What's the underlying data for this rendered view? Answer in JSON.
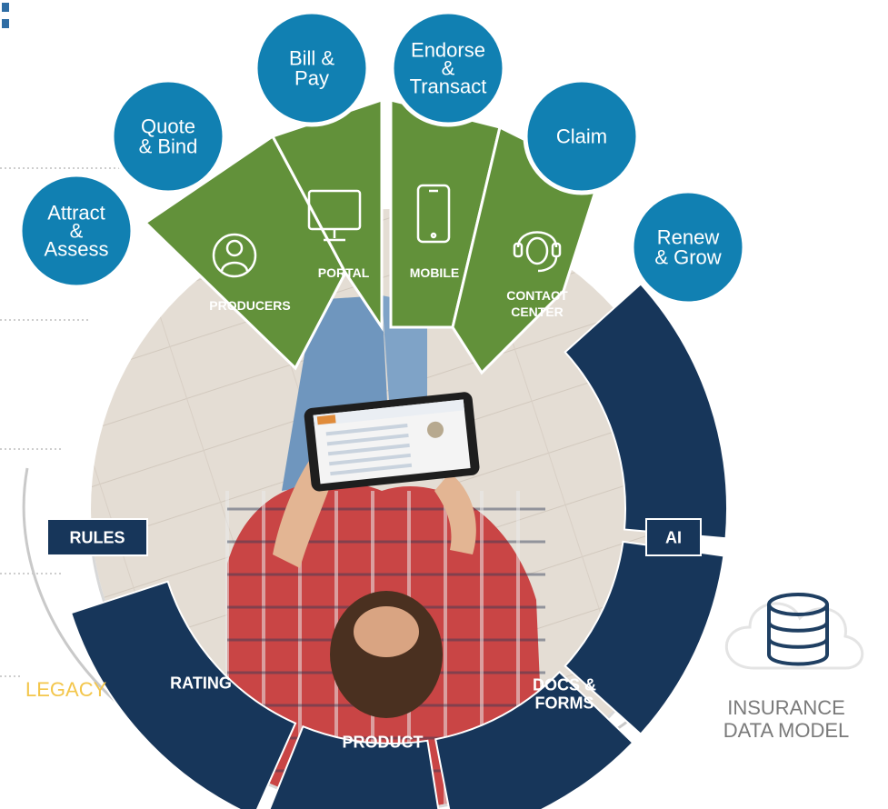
{
  "journey_stages": [
    {
      "id": "attract",
      "lines": [
        "Attract",
        "&",
        "Assess"
      ]
    },
    {
      "id": "quote",
      "lines": [
        "Quote",
        "& Bind"
      ]
    },
    {
      "id": "bill",
      "lines": [
        "Bill &",
        "Pay"
      ]
    },
    {
      "id": "endorse",
      "lines": [
        "Endorse",
        "&",
        "Transact"
      ]
    },
    {
      "id": "claim",
      "lines": [
        "Claim"
      ]
    },
    {
      "id": "renew",
      "lines": [
        "Renew",
        "& Grow"
      ]
    }
  ],
  "channels": [
    {
      "id": "producers",
      "lines": [
        "PRODUCERS"
      ],
      "icon": "person-icon"
    },
    {
      "id": "portal",
      "lines": [
        "PORTAL"
      ],
      "icon": "monitor-icon"
    },
    {
      "id": "mobile",
      "lines": [
        "MOBILE"
      ],
      "icon": "smartphone-icon"
    },
    {
      "id": "contact",
      "lines": [
        "CONTACT",
        "CENTER"
      ],
      "icon": "headset-icon"
    }
  ],
  "core_modules": [
    {
      "id": "rules",
      "label": "RULES"
    },
    {
      "id": "rating",
      "label": "RATING"
    },
    {
      "id": "product",
      "label": "PRODUCT"
    },
    {
      "id": "docs",
      "label": "DOCS & FORMS"
    },
    {
      "id": "ai",
      "label": "AI"
    }
  ],
  "legacy_label": "LEGACY",
  "data_model": {
    "line1": "INSURANCE",
    "line2": "DATA MODEL",
    "icon": "database-cloud-icon"
  },
  "colors": {
    "journey_circle": "#1180b2",
    "channel_green": "#62913a",
    "core_navy": "#17365a",
    "legacy_yellow": "#f3c64b",
    "caption_gray": "#7a7a7a",
    "floor": "#e4ddd4"
  }
}
